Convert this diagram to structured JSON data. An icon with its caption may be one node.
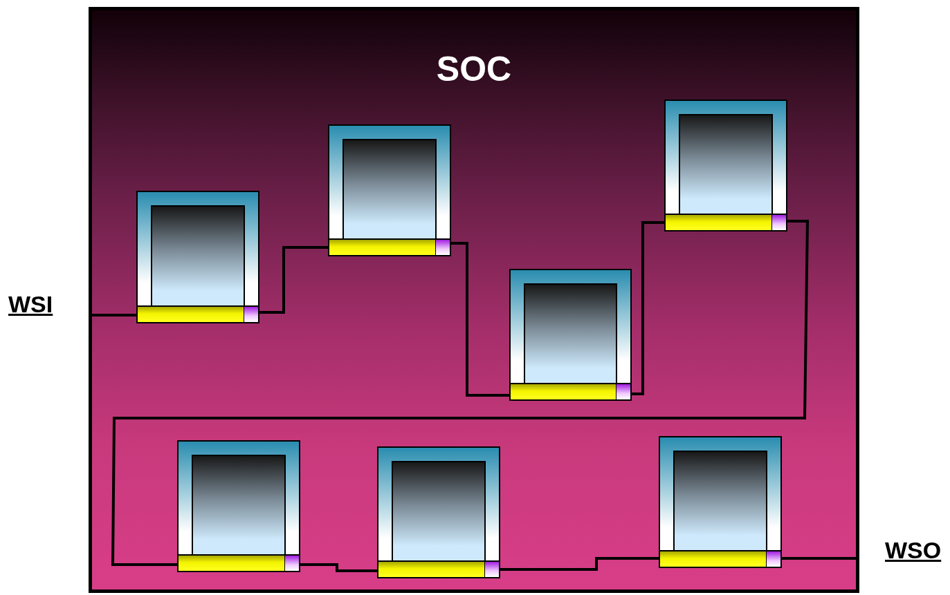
{
  "diagram": {
    "nodes": [
      {
        "text": [
          "SOC"
        ]
      },
      {
        "text": [],
        "shape": "box",
        "in": 0
      },
      {
        "text": [],
        "shape": "box",
        "in": 0
      },
      {
        "text": [],
        "shape": "box",
        "in": 0
      },
      {
        "text": [],
        "shape": "box",
        "in": 0
      },
      {
        "text": [],
        "shape": "box",
        "in": 0
      },
      {
        "text": [],
        "shape": "box",
        "in": 0
      },
      {
        "text": [],
        "shape": "box",
        "in": 0
      }
    ],
    "edges": [
      {
        "from": null,
        "to": 1,
        "arrow": "none"
      },
      {
        "from": 1,
        "to": 2,
        "arrow": "none"
      },
      {
        "from": 2,
        "to": 3,
        "arrow": "none"
      },
      {
        "from": 3,
        "to": 4,
        "arrow": "none"
      },
      {
        "from": 4,
        "to": 5,
        "arrow": "none"
      },
      {
        "from": 5,
        "to": 6,
        "arrow": "none"
      },
      {
        "from": 6,
        "to": 7,
        "arrow": "none"
      },
      {
        "from": 7,
        "to": null,
        "arrow": "none"
      }
    ],
    "labels": [
      "WSI",
      "WSO"
    ]
  }
}
